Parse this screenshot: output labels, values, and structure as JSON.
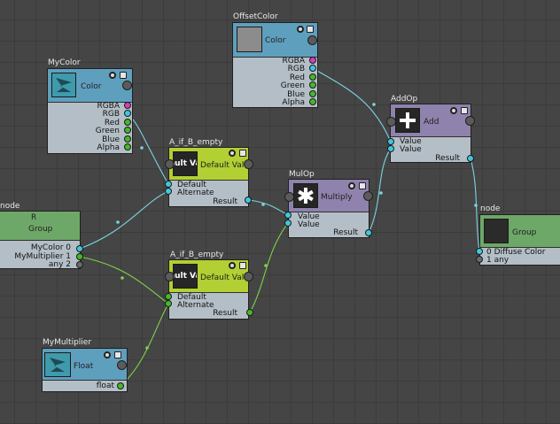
{
  "colors": {
    "background": "#454545",
    "wire_cyan": "#7cd3e0",
    "wire_green": "#7ed24a",
    "port_cyan": "#3fc8dc",
    "port_green": "#44b82a",
    "port_magenta": "#d43fc0",
    "port_grey": "#6a6a6a"
  },
  "nodes": {
    "offsetcolor": {
      "title": "OffsetColor",
      "label": "Color",
      "outputs": [
        "RGBA",
        "RGB",
        "Red",
        "Green",
        "Blue",
        "Alpha"
      ]
    },
    "mycolor": {
      "title": "MyColor",
      "label": "Color",
      "outputs": [
        "RGBA",
        "RGB",
        "Red",
        "Green",
        "Blue",
        "Alpha"
      ]
    },
    "addop": {
      "title": "AddOp",
      "label": "Add",
      "symbol": "+",
      "inputs": [
        "Value",
        "Value"
      ],
      "output": "Result"
    },
    "ifb1": {
      "title": "A_if_B_empty",
      "label": "Default Val",
      "thumb": "ault Val",
      "inputs": [
        "Default",
        "Alternate"
      ],
      "output": "Result"
    },
    "mulop": {
      "title": "MulOp",
      "label": "Multiply",
      "symbol": "*",
      "inputs": [
        "Value",
        "Value"
      ],
      "output": "Result"
    },
    "group_left": {
      "title": "node",
      "letter": "R",
      "label": "Group",
      "outputs": [
        "MyColor 0",
        "MyMultiplier 1",
        "any 2"
      ]
    },
    "ifb2": {
      "title": "A_if_B_empty",
      "label": "Default Val",
      "thumb": "ault Val",
      "inputs": [
        "Default",
        "Alternate"
      ],
      "output": "Result"
    },
    "mymult": {
      "title": "MyMultiplier",
      "label": "Float",
      "outputs": [
        "float"
      ]
    },
    "group_right": {
      "title": "node",
      "label": "Group",
      "inputs": [
        "0 Diffuse Color",
        "1 any"
      ]
    }
  }
}
